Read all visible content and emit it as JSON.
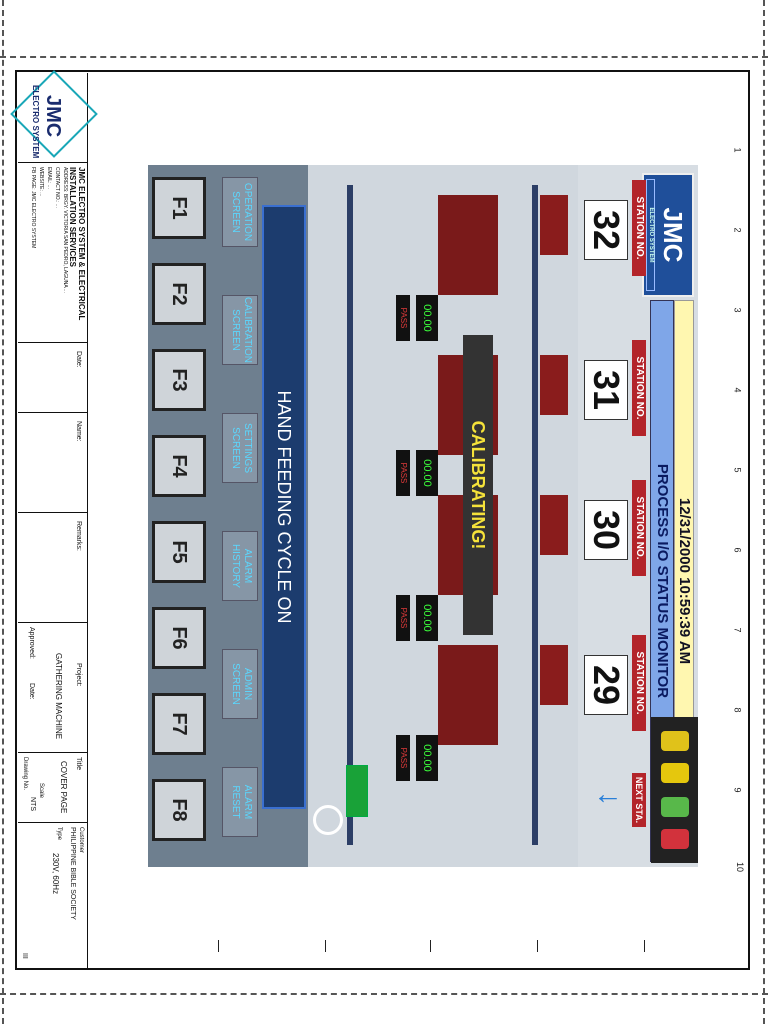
{
  "title_block": {
    "company": "JMC ELECTRO SYSTEM & ELECTRICAL INSTALLATION SERVICES",
    "logo_text": "JMC",
    "logo_sub": "ELECTRO SYSTEM",
    "address_lines": [
      "ADDRESS: BRGY. VICTORIA SAN PEDRO, LAGUNA ...",
      "CONTACT NO.: ...",
      "EMAIL: ...",
      "WEBSITE: ...",
      "FB PAGE: JMC ELECTRO SYSTEM"
    ],
    "date_label": "Date:",
    "name_label": "Name:",
    "remarks_label": "Remarks:",
    "approved_label": "Approved:",
    "project_label": "Project:",
    "project_value": "GATHERING MACHINE",
    "date2_label": "Date:",
    "title_label": "Title",
    "title_value": "COVER PAGE",
    "customer_label": "Customer",
    "customer_value": "PHILIPPINE BIBLE SOCIETY",
    "type_label": "Type",
    "type_value": "230V, 60Hz",
    "scale_label": "Scale",
    "scale_value": "NTS",
    "drawing_label": "Drawing No.",
    "rev": "III"
  },
  "ruler": [
    "1",
    "2",
    "3",
    "4",
    "5",
    "6",
    "7",
    "8",
    "9",
    "10"
  ],
  "hmi": {
    "logo_text": "JMC",
    "logo_sub": "ELECTRO SYSTEM",
    "datetime": "12/31/2000 10:59:39 AM",
    "screen_title": "PROCESS I/O STATUS MONITOR",
    "station_label": "STATION NO.",
    "stations": [
      "32",
      "31",
      "30",
      "29"
    ],
    "next_label": "NEXT STA.",
    "status_text": "CALIBRATING!",
    "counter_value": "00.00",
    "pass_label": "PASS",
    "cycle_text": "HAND FEEDING CYCLE ON",
    "nav": [
      {
        "label": "OPERATION SCREEN"
      },
      {
        "label": "CALIBRATION SCREEN"
      },
      {
        "label": "SETTINGS SCREEN"
      },
      {
        "label": "ALARM HISTORY"
      },
      {
        "label": "ADMIN SCREEN"
      },
      {
        "label": "ALARM RESET"
      }
    ],
    "fkeys": [
      "F1",
      "F2",
      "F3",
      "F4",
      "F5",
      "F6",
      "F7",
      "F8"
    ],
    "lamp_colors": [
      "#e0c21a",
      "#e5c70d",
      "#58b84a",
      "#d2323c"
    ]
  }
}
